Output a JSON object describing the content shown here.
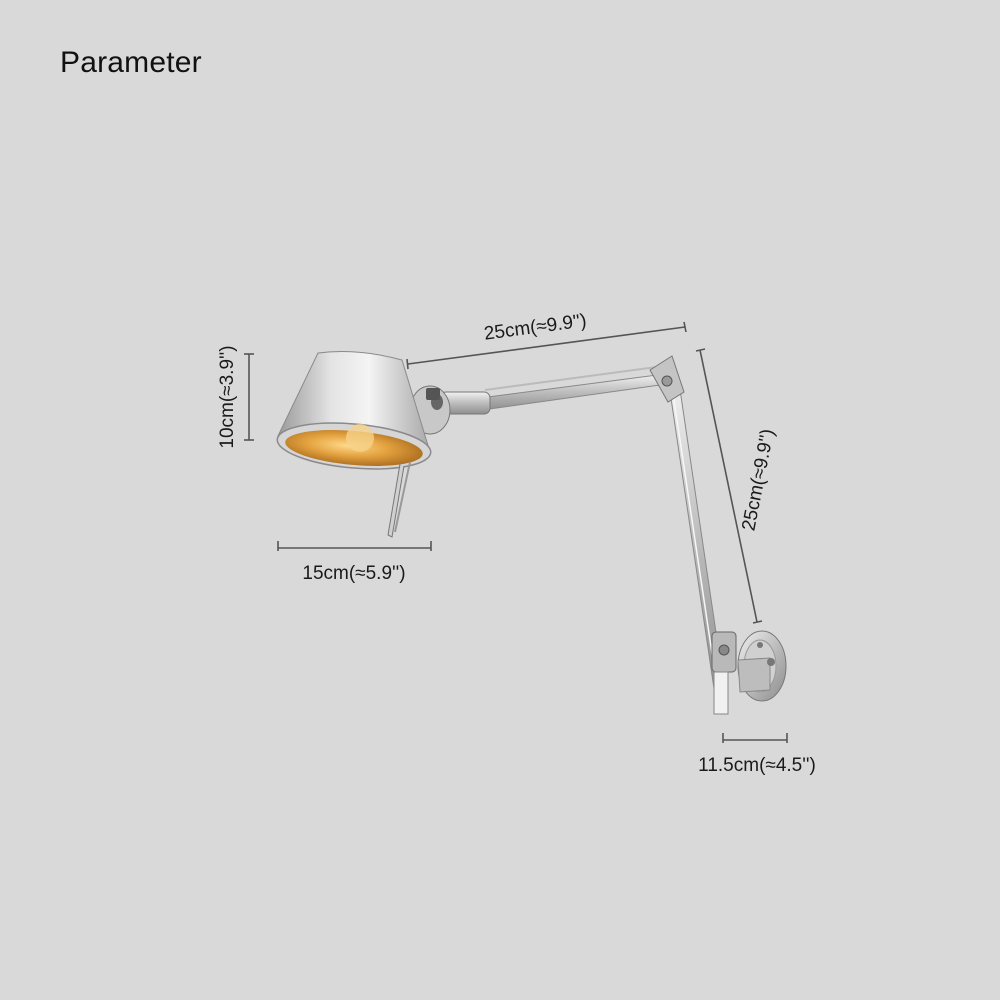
{
  "title": "Parameter",
  "dimensions": {
    "shade_height": "10cm(≈3.9'')",
    "shade_width": "15cm(≈5.9'')",
    "upper_arm": "25cm(≈9.9'')",
    "lower_arm": "25cm(≈9.9'')",
    "base_width": "11.5cm(≈4.5'')"
  },
  "colors": {
    "background": "#d9d9d9",
    "dimension_line": "#555555",
    "lamp_metal": "#c9c9c9",
    "lamp_inner": "#e0a24a"
  }
}
